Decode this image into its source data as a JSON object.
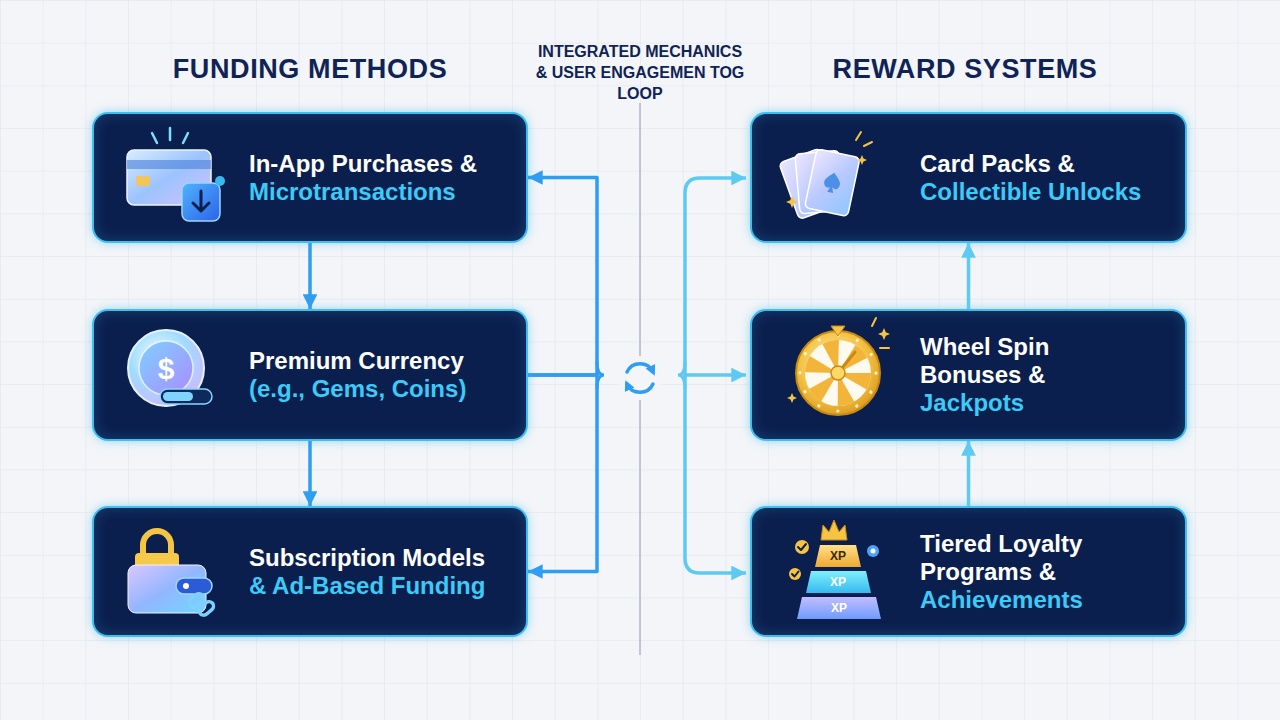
{
  "diagram": {
    "nodes": [
      {
        "text": [
          "In-App Purchases &",
          "Microtransactions"
        ]
      },
      {
        "text": [
          "Premium Currency",
          "(e.g., Gems, Coins)"
        ]
      },
      {
        "text": [
          "Subscription Models",
          "& Ad-Based Funding"
        ]
      },
      {
        "text": [
          "Card Packs &",
          "Collectible Unlocks"
        ]
      },
      {
        "text": [
          "Wheel Spin Bonuses &",
          "Jackpots"
        ]
      },
      {
        "text": [
          "Tiered Loyalty Programs &",
          "Achievements"
        ]
      }
    ],
    "edges": [
      {
        "from": 0,
        "to": 1,
        "arrow": "to"
      },
      {
        "from": 1,
        "to": 2,
        "arrow": "to"
      },
      {
        "from": 1,
        "to": 0,
        "arrow": "to"
      },
      {
        "from": 1,
        "to": 2,
        "arrow": "to"
      },
      {
        "from": 4,
        "to": 3,
        "arrow": "to"
      },
      {
        "from": 5,
        "to": 4,
        "arrow": "to"
      }
    ],
    "labels": [
      "FUNDING METHODS",
      "INTEGRATED MECHANICS & USER ENGAGEMEN TOG LOOP",
      "REWARD SYSTEMS",
      "$",
      "XP",
      "XP",
      "XP"
    ]
  }
}
